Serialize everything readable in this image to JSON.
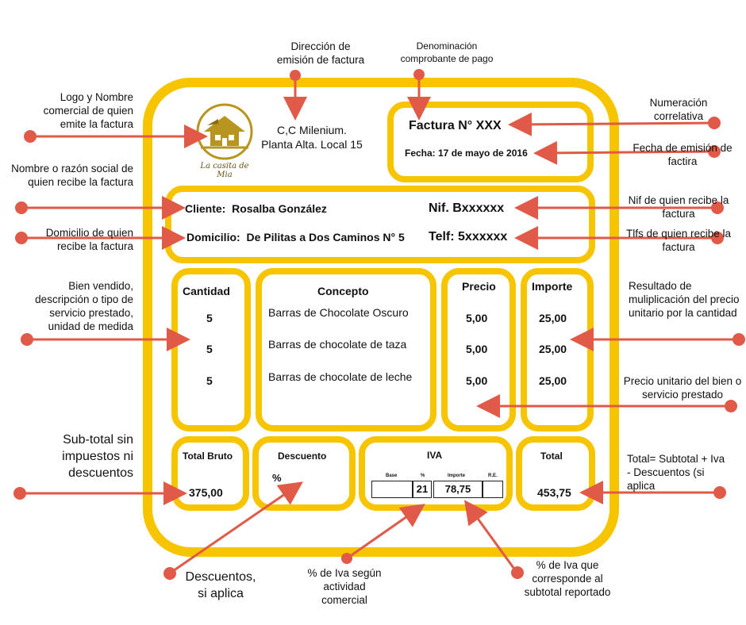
{
  "invoice": {
    "logo_caption": "La casita de Mia",
    "address_line1": "C,C Milenium.",
    "address_line2": "Planta Alta. Local 15",
    "invoice_number": "Factura N° XXX",
    "invoice_date": "Fecha: 17 de mayo de 2016",
    "client_label": "Cliente:",
    "client_name": "Rosalba González",
    "nif": "Nif. Bxxxxxx",
    "address_label": "Domicilio:",
    "address_value": "De Pilitas a Dos Caminos N° 5",
    "phone": "Telf: 5xxxxxx",
    "col_quantity": "Cantidad",
    "col_concept": "Concepto",
    "col_price": "Precio",
    "col_amount": "Importe",
    "items": [
      {
        "quantity": "5",
        "concept": "Barras de Chocolate Oscuro",
        "price": "5,00",
        "amount": "25,00"
      },
      {
        "quantity": "5",
        "concept": "Barras de chocolate de taza",
        "price": "5,00",
        "amount": "25,00"
      },
      {
        "quantity": "5",
        "concept": "Barras de chocolate de leche",
        "price": "5,00",
        "amount": "25,00"
      }
    ],
    "total_bruto_label": "Total Bruto",
    "total_bruto_value": "375,00",
    "discount_label": "Descuento",
    "discount_value": "%",
    "iva_label": "IVA",
    "iva_col_base": "Base",
    "iva_col_pct": "%",
    "iva_col_importe": "Importe",
    "iva_col_re": "R.E.",
    "iva_pct_value": "21",
    "iva_importe_value": "78,75",
    "total_label": "Total",
    "total_value": "453,75"
  },
  "annotations": {
    "direccion": "Dirección de emisión de factura",
    "denominacion": "Denominación comprobante de pago",
    "logo": "Logo y Nombre comercial de quien emite la factura",
    "numeracion": "Numeración correlativa",
    "fecha": "Fecha de emisión de factira",
    "nombre": "Nombre o razón social de quien recibe la factura",
    "nif": "Nif de quien recibe la factura",
    "domicilio": "Domicilio de quien recibe la factura",
    "tlfs": "Tlfs de quien recibe la factura",
    "bien": "Bien vendido, descripción o tipo de servicio prestado, unidad de medida",
    "resultado": "Resultado de muliplicación del precio unitario por la cantidad",
    "precio_unitario": "Precio unitario del bien o servicio prestado",
    "subtotal": "Sub-total sin impuestos ni descuentos",
    "total": "Total= Subtotal + Iva - Descuentos (si aplica",
    "descuentos": "Descuentos, si aplica",
    "iva_actividad": "% de Iva según actividad comercial",
    "iva_subtotal": "% de Iva que corresponde al subtotal reportado"
  },
  "colors": {
    "frame": "#f7c500",
    "arrow": "#e05a47",
    "logo": "#b8951f"
  }
}
